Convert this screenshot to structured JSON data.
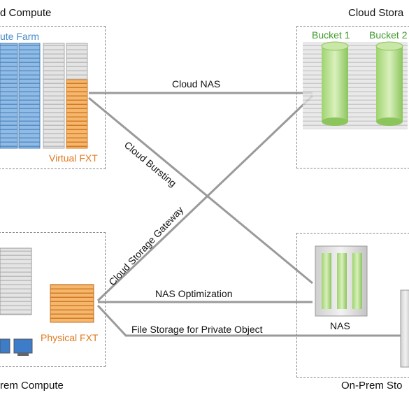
{
  "regions": {
    "cloud_compute": "d Compute",
    "cloud_storage": "Cloud Stora",
    "onprem_compute": "rem Compute",
    "onprem_storage": "On-Prem Sto"
  },
  "labels": {
    "compute_farm": "ute Farm",
    "virtual_fxt": "Virtual FXT",
    "bucket1": "Bucket 1",
    "bucket2": "Bucket 2",
    "physical_fxt": "Physical FXT",
    "nas": "NAS"
  },
  "connections": {
    "cloud_nas": "Cloud NAS",
    "cloud_bursting": "Cloud Bursting",
    "cloud_storage_gateway": "Cloud Storage Gateway",
    "nas_optimization": "NAS Optimization",
    "file_storage": "File Storage for Private Object"
  },
  "colors": {
    "blue": "#4a8bc9",
    "orange": "#e07a1f",
    "green": "#3e9a2a",
    "line": "#9a9a9a"
  }
}
